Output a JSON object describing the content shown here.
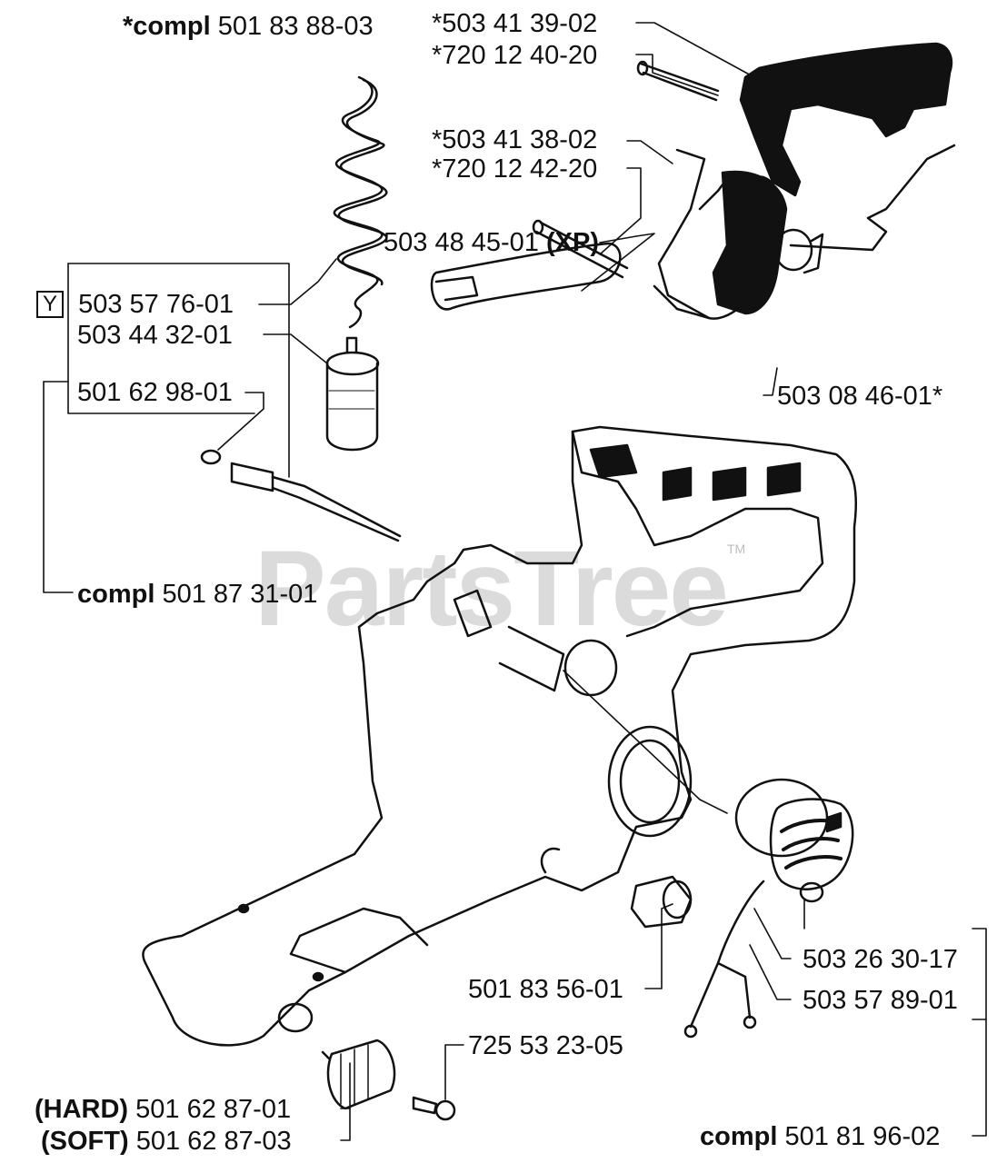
{
  "watermark": {
    "text": "PartsTree",
    "tm": "TM"
  },
  "labels": {
    "l1_prefix": "*compl",
    "l1_num": "501 83 88-03",
    "l2": "*503 41 39-02",
    "l3": "*720 12 40-20",
    "l4": "*503 41 38-02",
    "l5": "*720 12 42-20",
    "l6_box": "Y",
    "l6_num": "503 57 76-01",
    "l7": "503 44 32-01",
    "l8_num": "503 48 45-01",
    "l8_suffix": "(XP)",
    "l9": "503 08 46-01*",
    "l10": "501 62 98-01",
    "l11_prefix": "compl",
    "l11_num": "501 87 31-01",
    "l12": "503 26 30-17",
    "l13": "501 83 56-01",
    "l14": "503 57 89-01",
    "l15": "725 53 23-05",
    "l16_prefix": "(HARD)",
    "l16_num": "501 62 87-01",
    "l17_prefix": "(SOFT)",
    "l17_num": "501 62 87-03",
    "l18_prefix": "compl",
    "l18_num": "501 81 96-02"
  }
}
